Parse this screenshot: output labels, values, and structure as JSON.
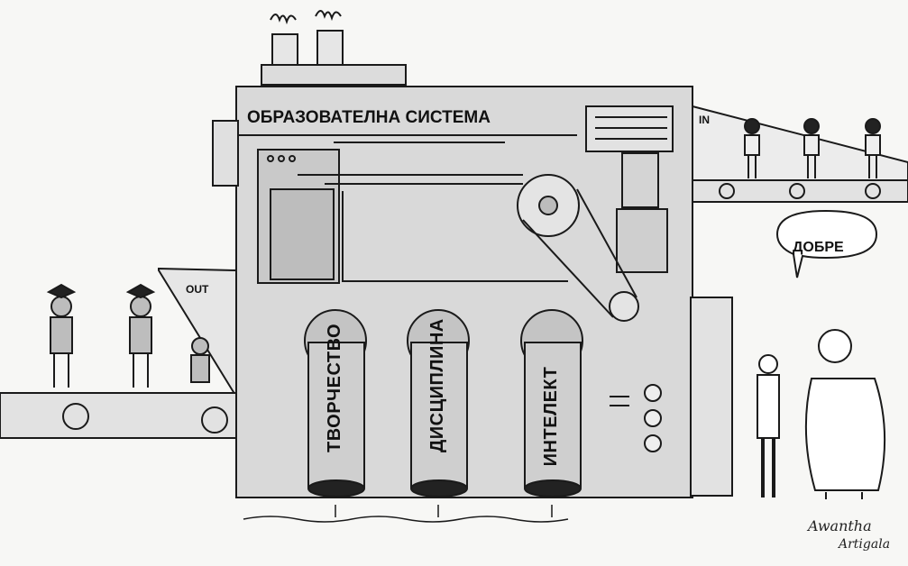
{
  "cartoon": {
    "machine_title": "ОБРАЗОВАТЕЛНА СИСТЕМА",
    "input_label": "IN",
    "output_label": "OUT",
    "pipes": [
      {
        "label": "ТВОРЧЕСТВО"
      },
      {
        "label": "ДИСЦИПЛИНА"
      },
      {
        "label": "ИНТЕЛЕКТ"
      }
    ],
    "speech_bubble": "ДОБРЕ",
    "signature_line1": "Awantha",
    "signature_line2": "Artigala"
  },
  "colors": {
    "background": "#f7f7f5",
    "machine_fill": "#d9d9d9",
    "ink": "#1a1a1a"
  }
}
